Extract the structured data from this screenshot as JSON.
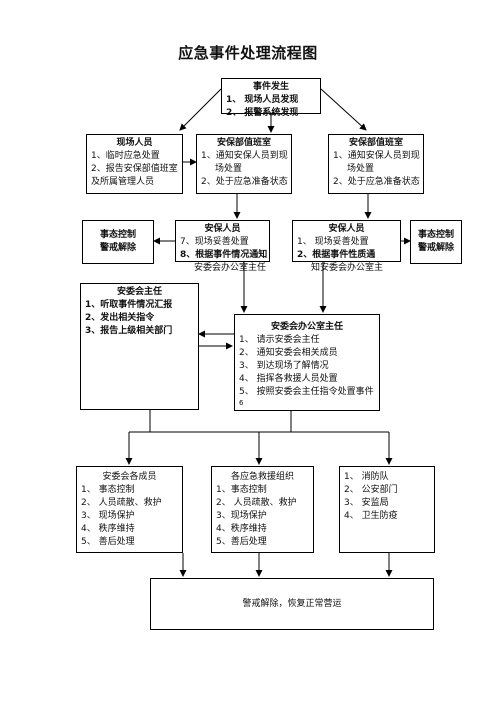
{
  "title": "应急事件处理流程图",
  "start": {
    "head": "事件发生",
    "items": [
      "1、 现场人员发现",
      "2、 报警系统发现"
    ]
  },
  "onsite": {
    "head": "现场人员",
    "items": [
      "1、临时应急处置",
      "2、报告安保部值班室",
      "及所属管理人员"
    ]
  },
  "duty_left": {
    "head": "安保部值班室",
    "items": [
      "1、通知安保人员到现",
      "场处置",
      "2、处于应急准备状态"
    ]
  },
  "duty_right": {
    "head": "安保部值班室",
    "items": [
      "1、通知安保人员到现",
      "场处置",
      "2、处于应急准备状态"
    ]
  },
  "control_left": {
    "line1": "事态控制",
    "line2": "警戒解除"
  },
  "guard_left": {
    "head": "安保人员",
    "items": [
      "7、现场妥善处置",
      "8、根据事件情况通知",
      "安委会办公室主任"
    ]
  },
  "guard_right": {
    "head": "安保人员",
    "items": [
      "1、 现场妥善处置",
      "2、根据事件性质通",
      "知安委会办公室主"
    ]
  },
  "control_right": {
    "line1": "事态控制",
    "line2": "警戒解除"
  },
  "director": {
    "head": "安委会主任",
    "items": [
      "1、听取事件情况汇报",
      "2、发出相关指令",
      "3、报告上级相关部门"
    ]
  },
  "office": {
    "head": "安委会办公室主任",
    "items": [
      "1、 请示安委会主任",
      "2、 通知安委会相关成员",
      "3、 到达现场了解情况",
      "4、 指挥各救援人员处置",
      "5、 按照安委会主任指令处置事件",
      "6"
    ]
  },
  "members": {
    "head": "安委会各成员",
    "items": [
      "1、 事态控制",
      "2、 人员疏散、救护",
      "3、 现场保护",
      "4、 秩序维持",
      "5、 善后处理"
    ]
  },
  "rescue": {
    "head": "各应急救援组织",
    "items": [
      "1、事态控制",
      "2、 人员疏散、救护",
      "3、现场保护",
      "4、秩序维持",
      "5、善后处理"
    ]
  },
  "external": {
    "items": [
      "1、 消防队",
      "2、 公安部门",
      "3、 安监局",
      "4、 卫生防疫"
    ]
  },
  "end": {
    "text": "警戒解除，恢复正常营运"
  }
}
